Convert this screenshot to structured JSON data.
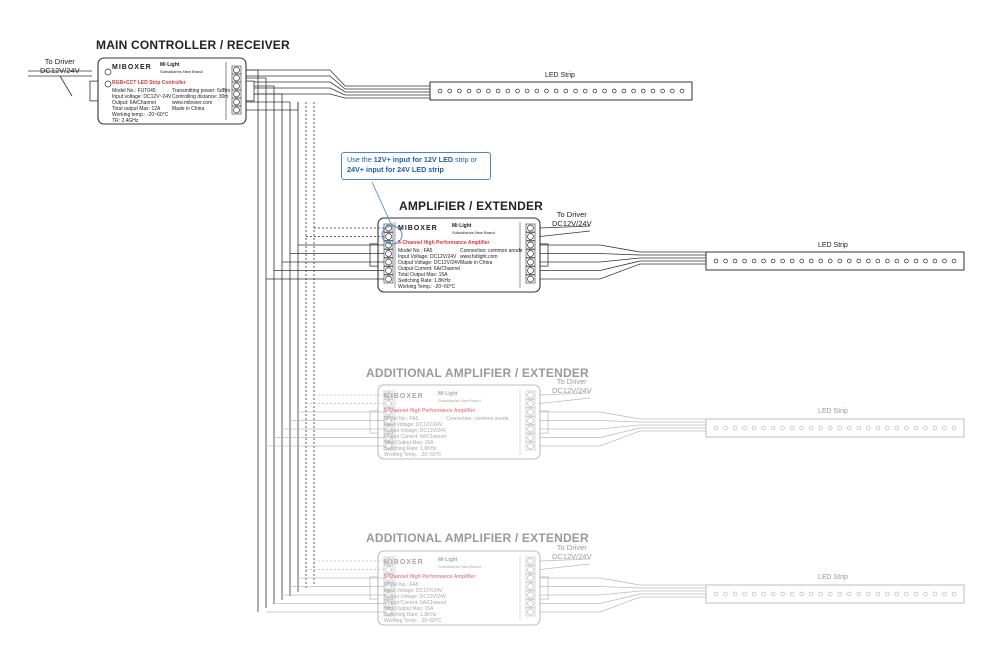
{
  "titles": {
    "main": "MAIN CONTROLLER / RECEIVER",
    "amp": "AMPLIFIER / EXTENDER",
    "add1": "ADDITIONAL AMPLIFIER / EXTENDER",
    "add2": "ADDITIONAL AMPLIFIER / EXTENDER"
  },
  "driver": {
    "line1": "To Driver",
    "line2": "DC12V/24V"
  },
  "strip_label": "LED Strip",
  "note": {
    "part1": "Use the ",
    "bold1": "12V+ input for 12V LED",
    "part2": " strip or",
    "bold2": "24V+ input for 24V LED strip"
  },
  "controller": {
    "brand": "MIBOXER",
    "mi_light": "Mi·Light",
    "subsidiary": "Subsidiaries New Brand",
    "model_title": "RGB+CCT LED Strip Controller",
    "specs": [
      "Model No.: FUT045",
      "Input voltage: DC12V~24V",
      "Output: 6A/Channel",
      "Total output Max: 12A",
      "Working temp.: -20~60°C",
      "TR: 2.4GHz"
    ],
    "specs_right": [
      "Transmitting power: 6dBm",
      "Controlling distance: 30m",
      "www.miboxer.com",
      "Made in China"
    ]
  },
  "amplifier": {
    "brand": "MIBOXER",
    "mi_light": "Mi·Light",
    "subsidiary": "Subsidiaries New Brand",
    "model_title": "5-Channel High Performance Amplifier",
    "specs": [
      "Model No.: FA5",
      "Input Voltage: DC12V/24V",
      "Output Voltage: DC12V/24V",
      "Output Current: 6A/Channel",
      "Total Output Max: 15A",
      "Switching Rate: 1.8KHz",
      "Working Temp.: -20~60°C"
    ],
    "specs_right": [
      "Connection: common anode",
      "www.futlight.com",
      "Made in China"
    ]
  },
  "colors": {
    "line": "#333333",
    "faded": "#bdbdbd",
    "note": "#4a86d4",
    "accent": "#d23a3a"
  }
}
